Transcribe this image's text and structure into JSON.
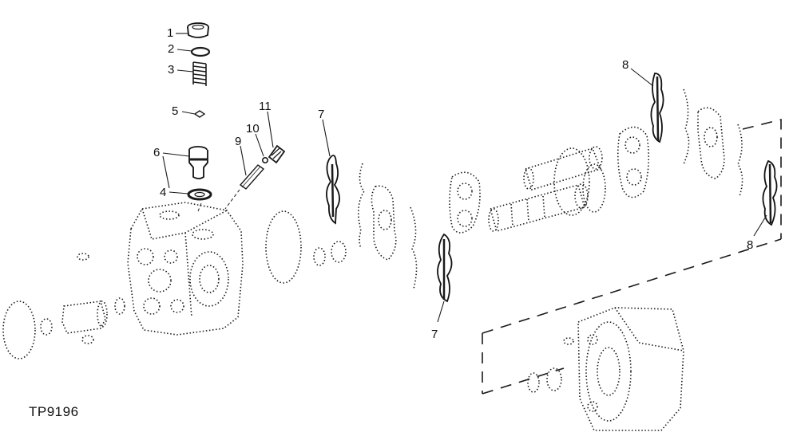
{
  "figure_id": "TP9196",
  "callouts": {
    "c1": "1",
    "c2": "2",
    "c3": "3",
    "c4": "4",
    "c5": "5",
    "c6": "6",
    "c7a": "7",
    "c7b": "7",
    "c8a": "8",
    "c8b": "8",
    "c9": "9",
    "c10": "10",
    "c11": "11"
  },
  "colors": {
    "ink": "#1a1a1a",
    "paper": "#ffffff"
  }
}
